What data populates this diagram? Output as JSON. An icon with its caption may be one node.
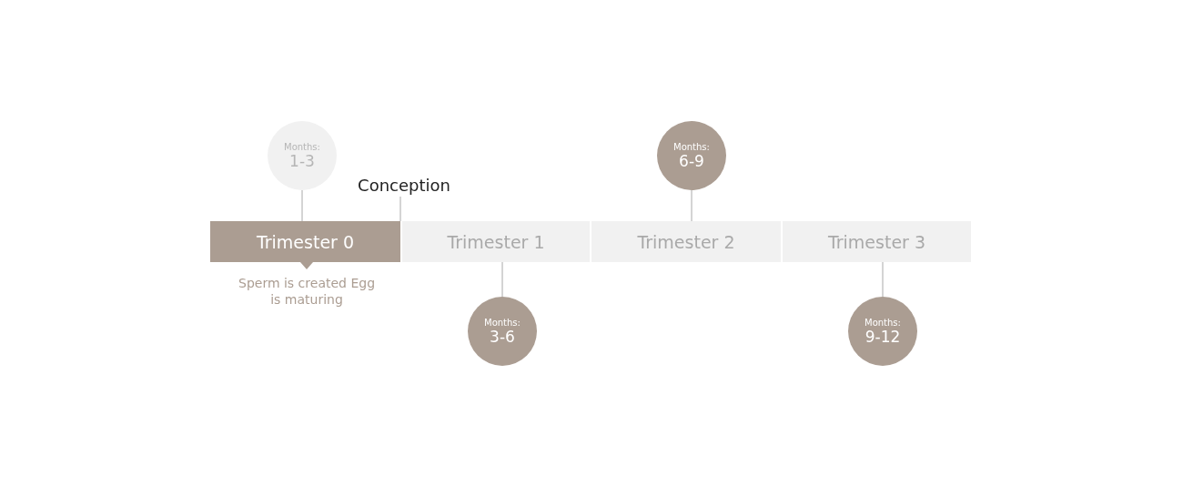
{
  "diagram": {
    "nodes": [
      {
        "text": [
          "Trimester 0"
        ],
        "beside": [
          "Sperm is created Egg is maturing"
        ]
      },
      {
        "text": [
          "Trimester 1"
        ]
      },
      {
        "text": [
          "Trimester 2"
        ]
      },
      {
        "text": [
          "Trimester 3"
        ]
      },
      {
        "text": [
          "Months:",
          "1-3"
        ]
      },
      {
        "text": [
          "Months:",
          "3-6"
        ]
      },
      {
        "text": [
          "Months:",
          "6-9"
        ]
      },
      {
        "text": [
          "Months:",
          "9-12"
        ]
      },
      {
        "text": [
          "Conception"
        ]
      }
    ],
    "edges": [
      {
        "from": 4,
        "to": 0,
        "arrow": "none"
      },
      {
        "from": 5,
        "to": 1,
        "arrow": "none"
      },
      {
        "from": 6,
        "to": 2,
        "arrow": "none"
      },
      {
        "from": 7,
        "to": 3,
        "arrow": "none"
      },
      {
        "from": 8,
        "to": 0,
        "arrow": "none"
      }
    ]
  }
}
